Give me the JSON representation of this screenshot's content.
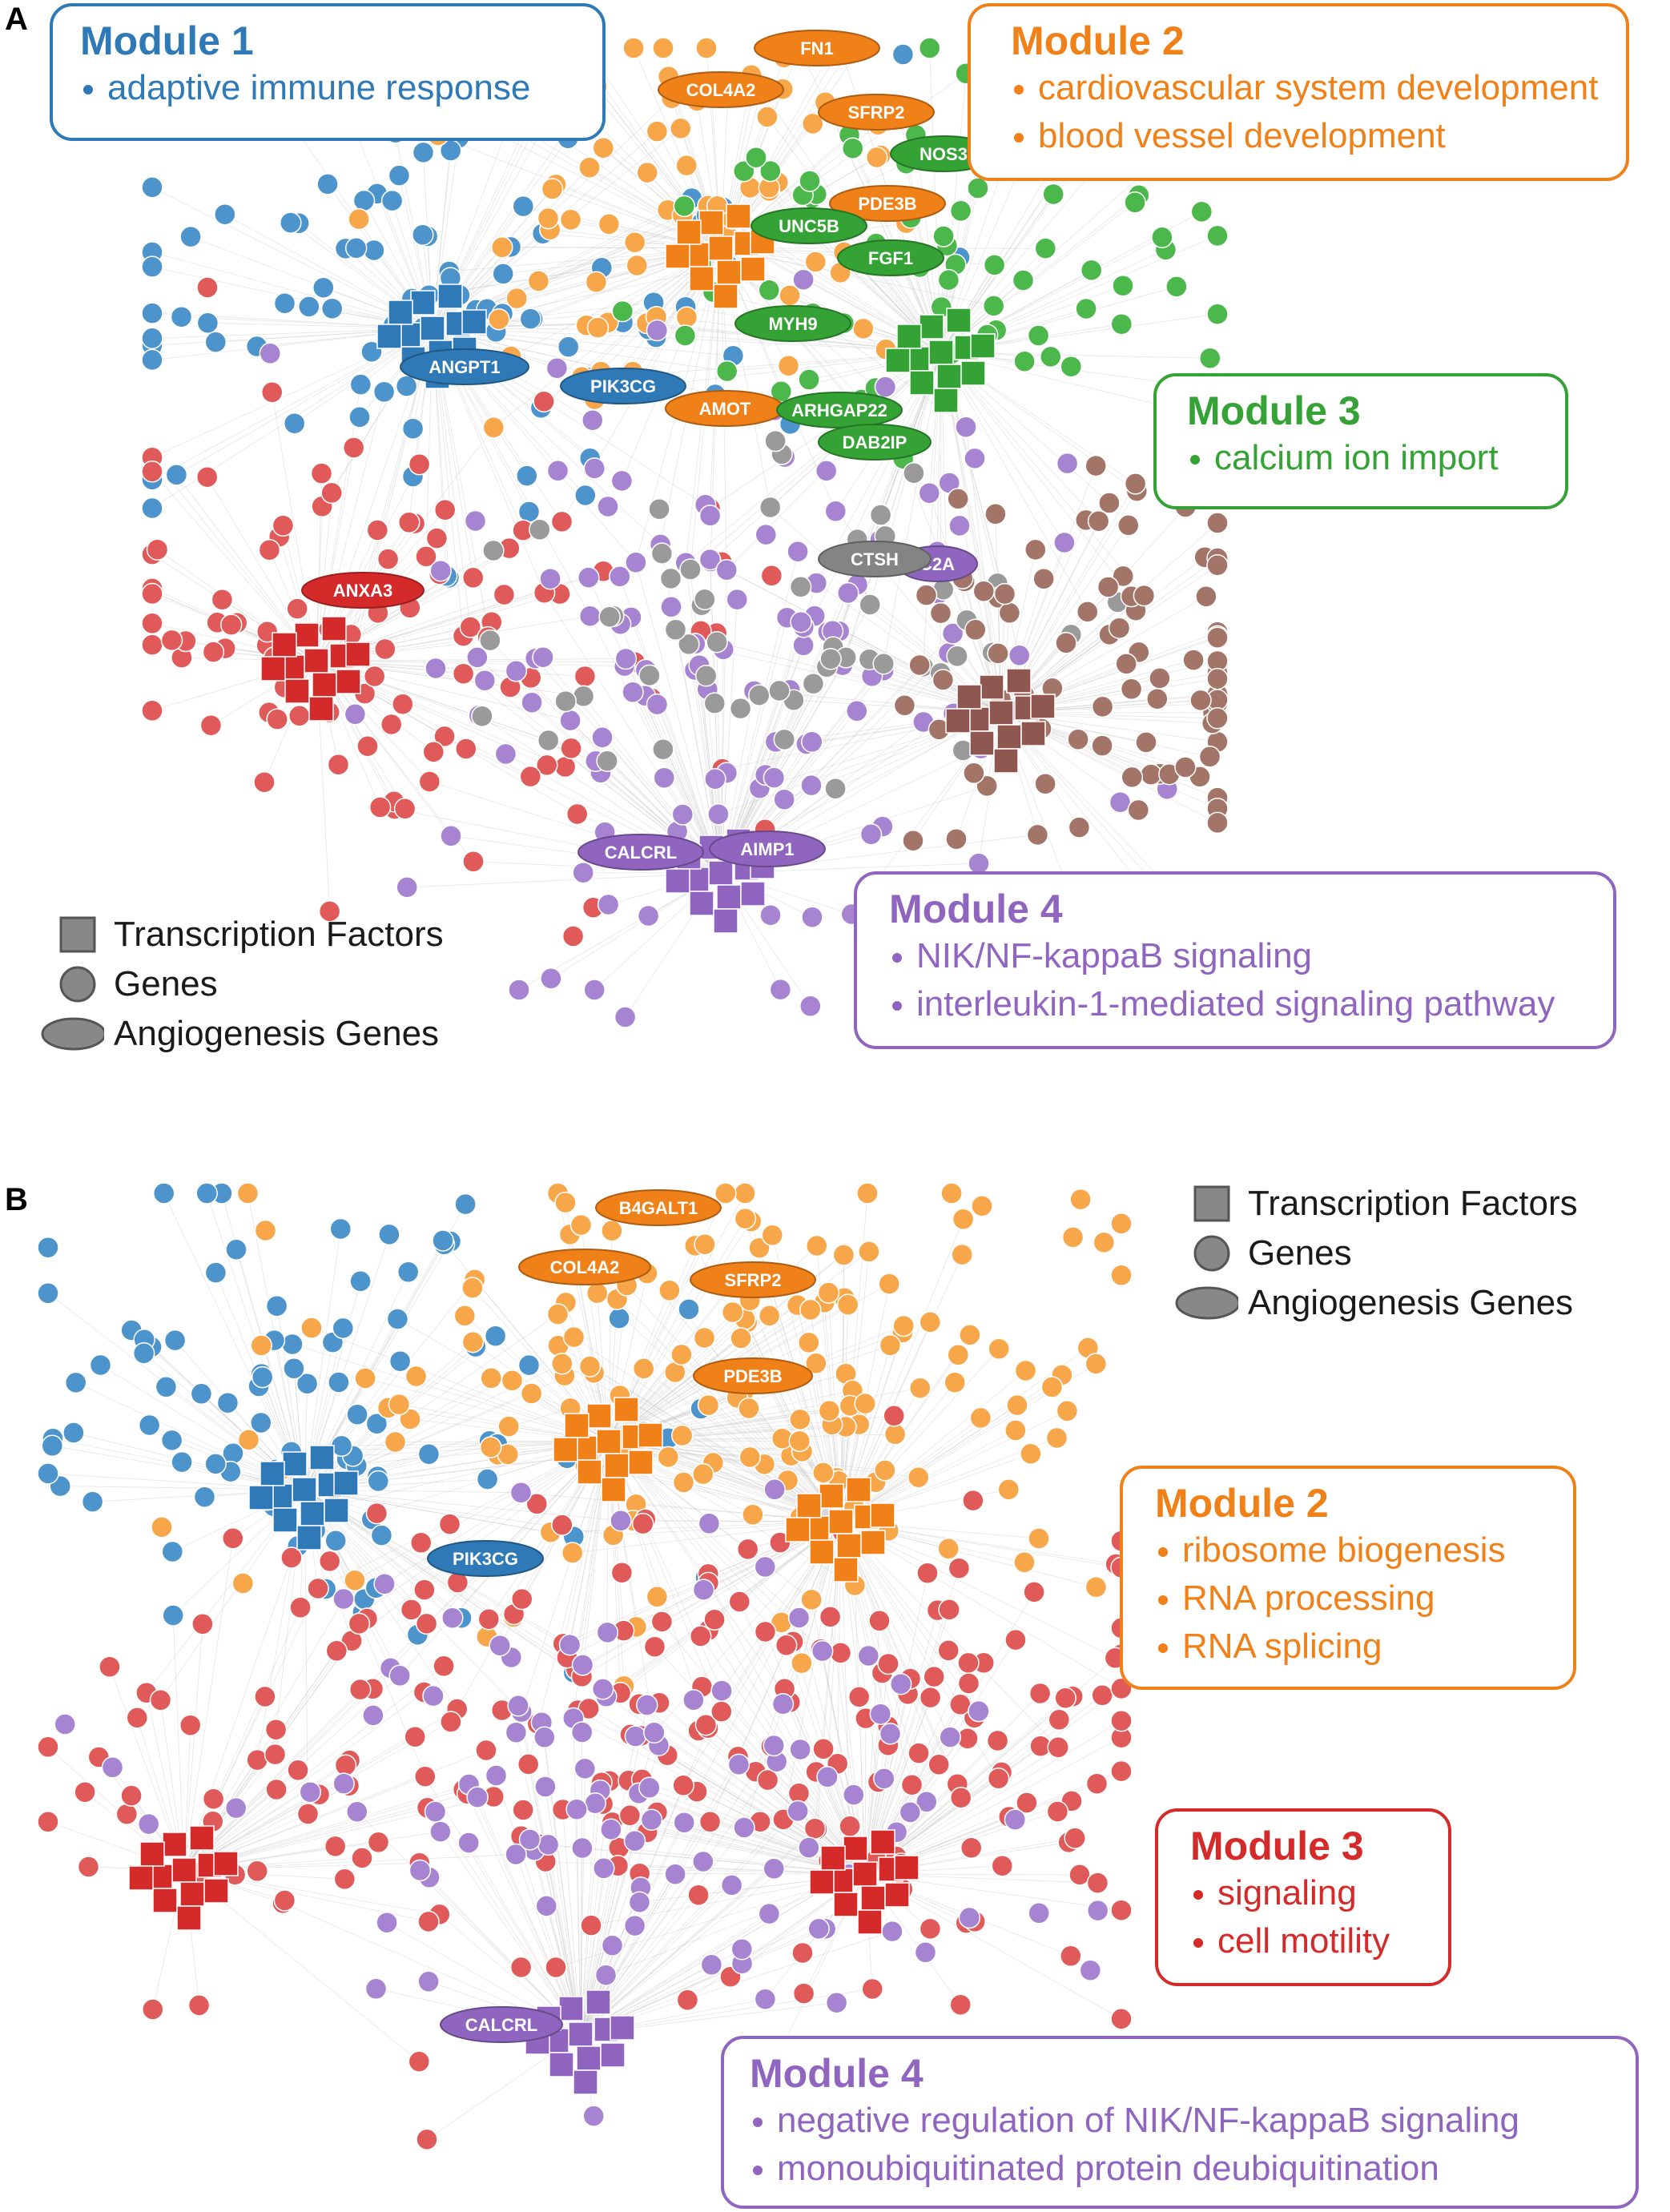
{
  "colors": {
    "blue": "#2e79b6",
    "blue_light": "#4d94cc",
    "orange": "#f08018",
    "orange_light": "#f8a64a",
    "green": "#34a234",
    "green_light": "#4cb84c",
    "red": "#d42a2a",
    "red_light": "#e05a5a",
    "purple": "#9065c0",
    "purple_light": "#a784d2",
    "brown": "#8e5850",
    "brown_light": "#a37468",
    "gray": "#848484",
    "gray_light": "#9a9a9a",
    "edge": "#c8c8c8"
  },
  "legend": {
    "transcription_factors": "Transcription Factors",
    "genes": "Genes",
    "angiogenesis_genes": "Angiogenesis Genes"
  },
  "panels": [
    {
      "letter": "A",
      "modules": [
        {
          "title": "Module 1",
          "color": "blue",
          "terms": [
            "adaptive immune response"
          ]
        },
        {
          "title": "Module 2",
          "color": "orange",
          "terms": [
            "cardiovascular system development",
            "blood vessel development"
          ]
        },
        {
          "title": "Module 3",
          "color": "green",
          "terms": [
            "calcium ion import"
          ]
        },
        {
          "title": "Module 4",
          "color": "purple",
          "terms": [
            "NIK/NF-kappaB signaling",
            "interleukin-1-mediated signaling pathway"
          ]
        }
      ],
      "angiogenesis_genes": [
        {
          "name": "FN1",
          "color": "orange"
        },
        {
          "name": "COL4A2",
          "color": "orange"
        },
        {
          "name": "SFRP2",
          "color": "orange"
        },
        {
          "name": "NOS3",
          "color": "green"
        },
        {
          "name": "PDE3B",
          "color": "orange"
        },
        {
          "name": "UNC5B",
          "color": "green"
        },
        {
          "name": "FGF1",
          "color": "green"
        },
        {
          "name": "MYH9",
          "color": "green"
        },
        {
          "name": "ANGPT1",
          "color": "blue"
        },
        {
          "name": "PIK3CG",
          "color": "blue"
        },
        {
          "name": "AMOT",
          "color": "orange"
        },
        {
          "name": "ARHGAP22",
          "color": "green"
        },
        {
          "name": "DAB2IP",
          "color": "green"
        },
        {
          "name": "ANXA3",
          "color": "red"
        },
        {
          "name": "C2A",
          "color": "purple"
        },
        {
          "name": "CTSH",
          "color": "gray"
        },
        {
          "name": "CALCRL",
          "color": "purple"
        },
        {
          "name": "AIMP1",
          "color": "purple"
        }
      ]
    },
    {
      "letter": "B",
      "modules": [
        {
          "title": "Module 2",
          "color": "orange",
          "terms": [
            "ribosome biogenesis",
            "RNA processing",
            "RNA splicing"
          ]
        },
        {
          "title": "Module 3",
          "color": "red",
          "terms": [
            "signaling",
            "cell motility"
          ]
        },
        {
          "title": "Module 4",
          "color": "purple",
          "terms": [
            "negative regulation of NIK/NF-kappaB signaling",
            "monoubiquitinated protein deubiquitination"
          ]
        }
      ],
      "angiogenesis_genes": [
        {
          "name": "B4GALT1",
          "color": "orange"
        },
        {
          "name": "COL4A2",
          "color": "orange"
        },
        {
          "name": "SFRP2",
          "color": "orange"
        },
        {
          "name": "PDE3B",
          "color": "orange"
        },
        {
          "name": "PIK3CG",
          "color": "blue"
        },
        {
          "name": "CALCRL",
          "color": "purple"
        }
      ]
    }
  ]
}
